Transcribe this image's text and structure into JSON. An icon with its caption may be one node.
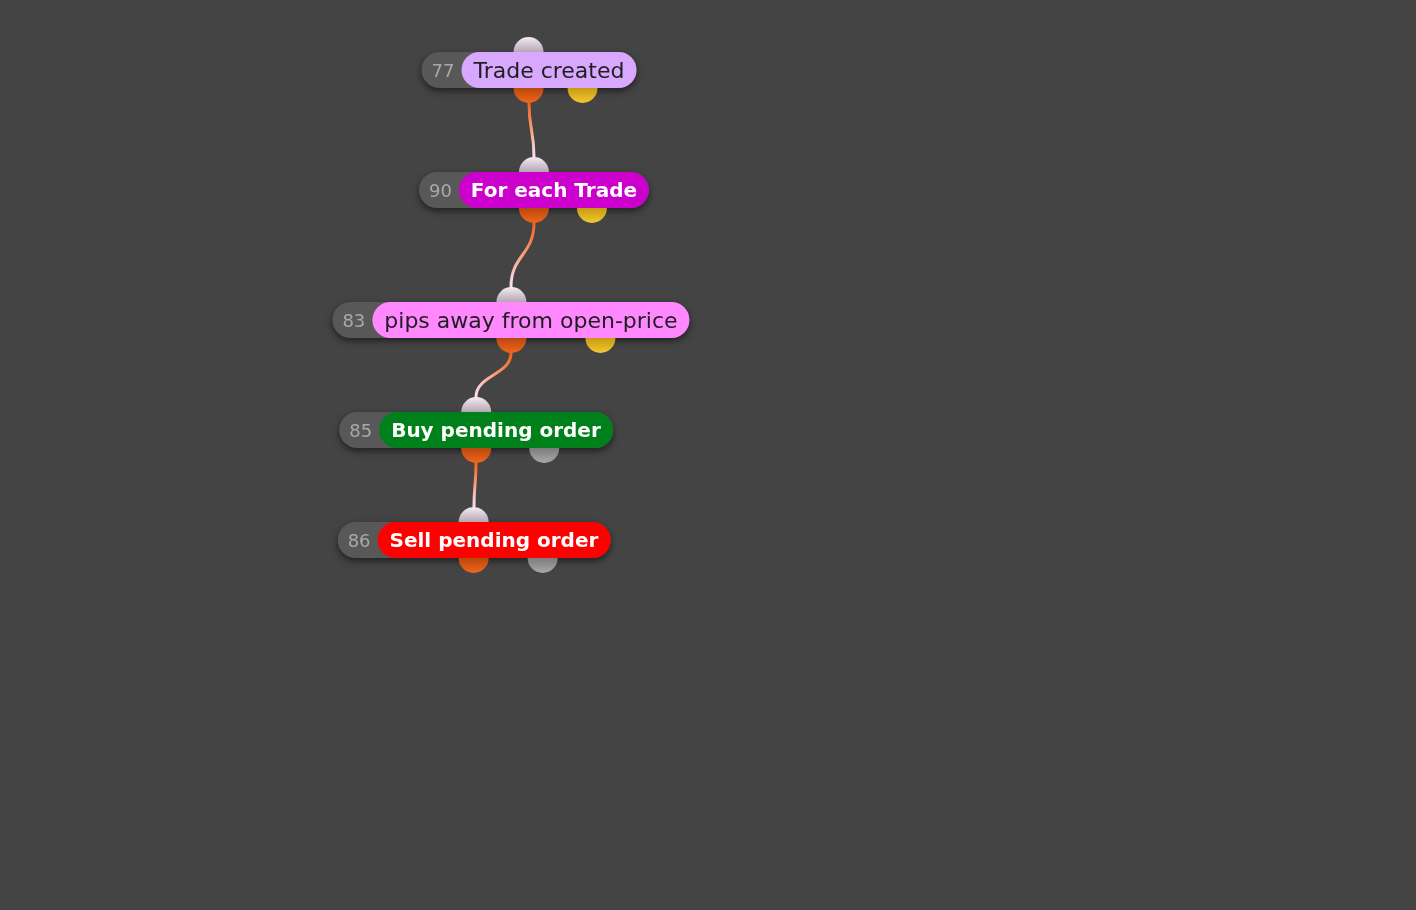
{
  "diagram": {
    "nodes": [
      {
        "text": [
          "77",
          "Trade created"
        ]
      },
      {
        "text": [
          "90",
          "For each Trade"
        ]
      },
      {
        "text": [
          "83",
          "pips away from open-price"
        ]
      },
      {
        "text": [
          "85",
          "Buy pending order"
        ]
      },
      {
        "text": [
          "86",
          "Sell pending order"
        ]
      }
    ],
    "edges": [
      {
        "from": 0,
        "to": 1,
        "arrow": "none"
      },
      {
        "from": 1,
        "to": 2,
        "arrow": "none"
      },
      {
        "from": 2,
        "to": 3,
        "arrow": "none"
      },
      {
        "from": 3,
        "to": 4,
        "arrow": "none"
      }
    ]
  }
}
